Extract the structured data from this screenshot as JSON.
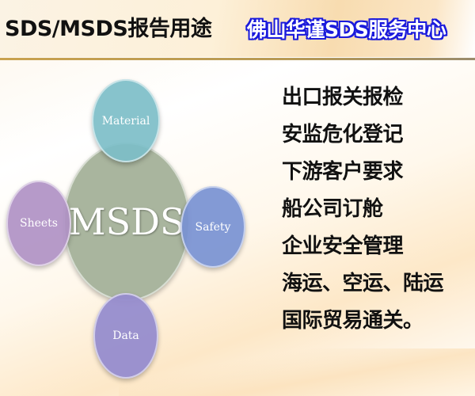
{
  "header": {
    "title": "SDS/MSDS报告用途",
    "brand": "佛山华谨SDS服务中心"
  },
  "diagram": {
    "center": "MSDS",
    "nodes": [
      {
        "position": "top",
        "label": "Material",
        "color": "#7dbec8"
      },
      {
        "position": "left",
        "label": "Sheets",
        "color": "#b091c4"
      },
      {
        "position": "right",
        "label": "Safety",
        "color": "#7891d2"
      },
      {
        "position": "bottom",
        "label": "Data",
        "color": "#968ccd"
      }
    ],
    "center_color": "#a9b59e"
  },
  "uses": [
    "出口报关报检",
    "安监危化登记",
    "下游客户要求",
    "船公司订舱",
    "企业安全管理",
    "海运、空运、陆运",
    "国际贸易通关。"
  ]
}
